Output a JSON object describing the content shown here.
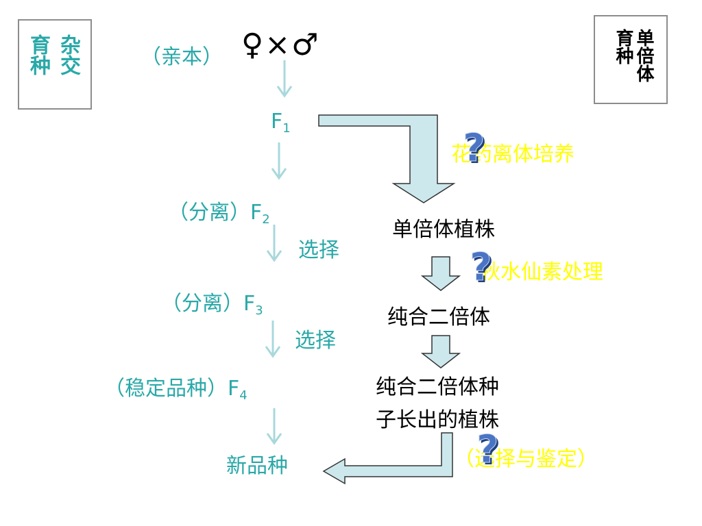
{
  "left_box": {
    "col1": "育种",
    "col2": "杂交"
  },
  "right_box": {
    "col1": "育种",
    "col2": "单倍体"
  },
  "parent": {
    "label": "（亲本）",
    "symbols": "♀×♂"
  },
  "generations": {
    "f1": {
      "prefix": "",
      "letter": "F",
      "sub": "1"
    },
    "f2": {
      "prefix": "（分离）",
      "letter": "F",
      "sub": "2"
    },
    "f3": {
      "prefix": "（分离）",
      "letter": "F",
      "sub": "3"
    },
    "f4": {
      "prefix": "（稳定品种）",
      "letter": "F",
      "sub": "4"
    }
  },
  "select_labels": [
    "选择",
    "选择"
  ],
  "new_variety": "新品种",
  "haploid_steps": {
    "anther_culture": "花药离体培养",
    "haploid_plant": "单倍体植株",
    "colchicine": "秋水仙素处理",
    "pure_diploid": "纯合二倍体",
    "seed_plant_line1": "纯合二倍体种",
    "seed_plant_line2": "子长出的植株",
    "select_identify": "（选择与鉴定）"
  },
  "question_mark": "?",
  "colors": {
    "teal": "#2aa8a8",
    "yellow": "#ffff00",
    "arrow_fill": "#cde8ec",
    "arrow_stroke": "#333333",
    "qmark": "#3e66b4"
  }
}
